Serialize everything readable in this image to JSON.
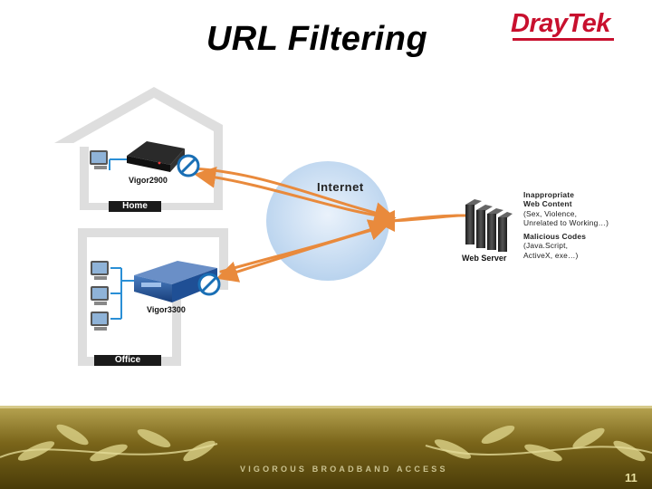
{
  "slide": {
    "title": "URL Filtering",
    "logo": {
      "part1": "Dray",
      "part2": "Tek"
    }
  },
  "diagram": {
    "home": {
      "device": "Vigor2900",
      "label": "Home"
    },
    "office": {
      "device": "Vigor3300",
      "label": "Office"
    },
    "cloud_label": "Internet",
    "server_label": "Web Server",
    "threats": {
      "content_title_1": "Inappropriate",
      "content_title_2": "Web Content",
      "content_line_1": "(Sex, Violence,",
      "content_line_2": "Unrelated to Working…)",
      "codes_title": "Malicious Codes",
      "codes_line_1": "(Java.Script,",
      "codes_line_2": "ActiveX, exe…)"
    }
  },
  "footer": {
    "tagline": "VIGOROUS BROADBAND ACCESS",
    "page_number": "11"
  },
  "colors": {
    "logo_red": "#c8102e",
    "cloud_blue": "#cfe0f3",
    "arrow_orange": "#e98a3c",
    "block_blue": "#1a6fb5",
    "footer_gold": "#6b5a12"
  }
}
